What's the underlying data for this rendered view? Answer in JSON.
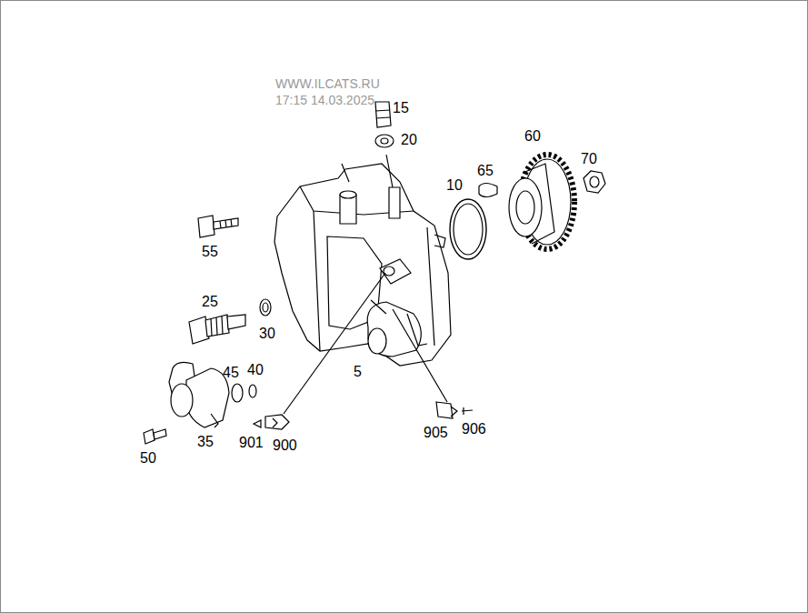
{
  "diagram": {
    "labels": [
      "WWW.ILCATS.RU",
      "17:15 14.03.2025",
      "15",
      "20",
      "60",
      "10",
      "65",
      "70",
      "55",
      "25",
      "30",
      "45",
      "40",
      "5",
      "35",
      "50",
      "901",
      "900",
      "905",
      "906"
    ]
  }
}
